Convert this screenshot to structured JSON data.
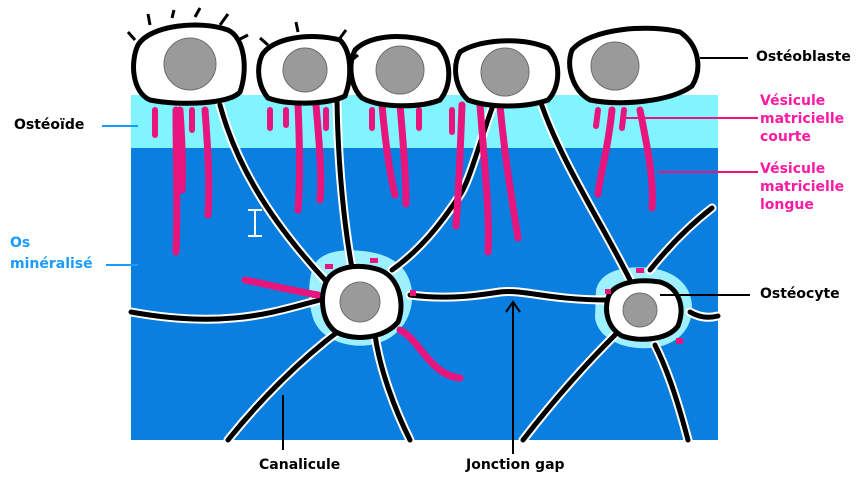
{
  "labels": {
    "osteoblaste": "Ostéoblaste",
    "osteoide": "Ostéoïde",
    "vesicule_courte": [
      "Vésicule",
      "matricielle",
      "courte"
    ],
    "vesicule_longue": [
      "Vésicule",
      "matricielle",
      "longue"
    ],
    "os_mineralise": [
      "Os",
      "minéralisé"
    ],
    "osteocyte": "Ostéocyte",
    "canalicule": "Canalicule",
    "jonction_gap": "Jonction gap"
  },
  "colors": {
    "mineralized_bone": "#0a7fe0",
    "osteoid": "#80f4ff",
    "vesicle": "#e8157c",
    "lacuna": "#9ef0ff",
    "nucleus": "#9a9a9a",
    "outline": "#000000",
    "label_pink": "#ff1aa3",
    "label_blue": "#1a9cff"
  }
}
